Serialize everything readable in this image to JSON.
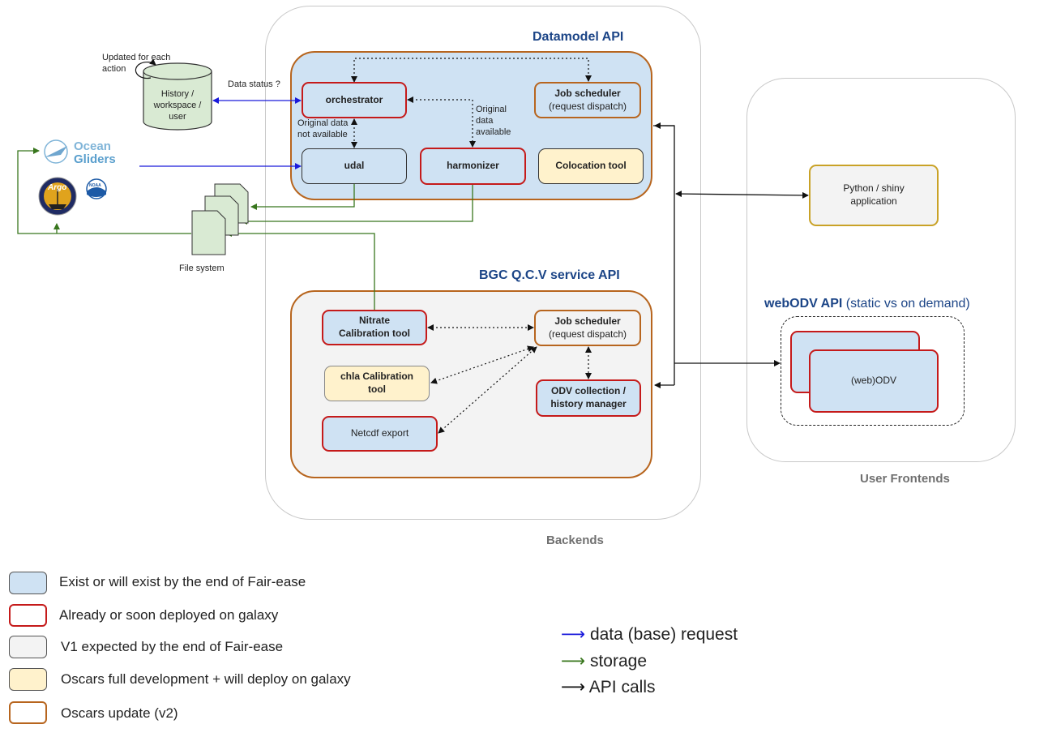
{
  "colors": {
    "exist_fill": "#cfe2f3",
    "galaxy_border": "#c51a1a",
    "v1_fill": "#f3f3f3",
    "oscars_fill": "#fff2cc",
    "oscars_update_border": "#b7651e",
    "blue_arrow": "#1a1adb",
    "green_arrow": "#38761d",
    "api_title": "#1c4587"
  },
  "backends": {
    "label": "Backends",
    "datamodel": {
      "title": "Datamodel API",
      "orchestrator": "orchestrator",
      "job_scheduler_title": "Job scheduler",
      "job_scheduler_sub": "(request dispatch)",
      "udal": "udal",
      "harmonizer": "harmonizer",
      "colocation": "Colocation tool",
      "not_available": "Original data\nnot available",
      "available": "Original\ndata\navailable"
    },
    "bgc": {
      "title": "BGC Q.C.V service API",
      "nitrate": "Nitrate\nCalibration tool",
      "chla": "chla Calibration\ntool",
      "netcdf": "Netcdf export",
      "job_scheduler_title": "Job scheduler",
      "job_scheduler_sub": "(request dispatch)",
      "odv_collection": "ODV collection /\nhistory manager"
    }
  },
  "frontends": {
    "label": "User Frontends",
    "python_shiny": "Python / shiny\napplication",
    "webodv_title": "webODV API",
    "webodv_sub": "(static vs on demand)",
    "webodv_box": "(web)ODV"
  },
  "left": {
    "history": "History /\nworkspace /\nuser",
    "updated": "Updated for each\naction",
    "data_status": "Data status ?",
    "file_system": "File system",
    "ocean": "Ocean",
    "gliders": "Gliders",
    "argo": "Argo",
    "noaa": "NOAA"
  },
  "legend": [
    {
      "text": "Exist or will exist by the end of Fair-ease",
      "fill": "#cfe2f3",
      "border": "#555555"
    },
    {
      "text": "Already or soon deployed on galaxy",
      "fill": "#ffffff",
      "border": "#c51a1a"
    },
    {
      "text": "V1 expected by the end of Fair-ease",
      "fill": "#f3f3f3",
      "border": "#555555"
    },
    {
      "text": "Oscars full development + will deploy on galaxy",
      "fill": "#fff2cc",
      "border": "#555555"
    },
    {
      "text": "Oscars update (v2)",
      "fill": "#ffffff",
      "border": "#b7651e"
    }
  ],
  "arrow_legend": [
    {
      "symbol": "⟶",
      "text": "data (base) request",
      "color": "#1a1adb"
    },
    {
      "symbol": "⟶",
      "text": "storage",
      "color": "#38761d"
    },
    {
      "symbol": "⟶",
      "text": "API calls",
      "color": "#111111"
    }
  ]
}
